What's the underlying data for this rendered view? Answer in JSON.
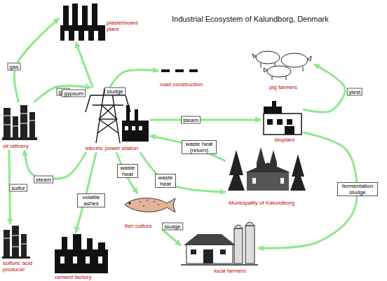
{
  "diagram": {
    "title": "Industrial Ecosystem of Kalundborg, Denmark",
    "nodes": [
      {
        "text": [
          "plasterboard plant"
        ]
      },
      {
        "text": [
          "road construction"
        ]
      },
      {
        "text": [
          "pig farmers"
        ]
      },
      {
        "text": [
          "oil refinery"
        ]
      },
      {
        "text": [
          "electric power station"
        ]
      },
      {
        "text": [
          "bioplant"
        ]
      },
      {
        "text": [
          "Municipality of Kalundborg"
        ]
      },
      {
        "text": [
          "sulfuric acid producer"
        ]
      },
      {
        "text": [
          "fish culture"
        ]
      },
      {
        "text": [
          "cement factory"
        ]
      },
      {
        "text": [
          "local farmers"
        ]
      }
    ],
    "edges": [
      {
        "from": 3,
        "to": 0,
        "label": "gas",
        "arrow": "to"
      },
      {
        "from": 3,
        "to": 4,
        "label": "gas",
        "arrow": "to"
      },
      {
        "from": 4,
        "to": 0,
        "label": "gypsum",
        "arrow": "to"
      },
      {
        "from": 4,
        "to": 1,
        "label": "sludge",
        "arrow": "to"
      },
      {
        "from": 4,
        "to": 5,
        "label": "steam",
        "arrow": "to"
      },
      {
        "from": 4,
        "to": 3,
        "label": "steam",
        "arrow": "to"
      },
      {
        "from": 3,
        "to": 7,
        "label": "sulfur",
        "arrow": "to"
      },
      {
        "from": 4,
        "to": 9,
        "label": "volatile ashes",
        "arrow": "to"
      },
      {
        "from": 4,
        "to": 8,
        "label": "waste heat",
        "arrow": "to"
      },
      {
        "from": 4,
        "to": 6,
        "label": "waste heat",
        "arrow": "to"
      },
      {
        "from": 6,
        "to": 4,
        "label": "waste heat (return)",
        "arrow": "to"
      },
      {
        "from": 5,
        "to": 2,
        "label": "yiest",
        "arrow": "to"
      },
      {
        "from": 5,
        "to": 10,
        "label": "fermentation sludge",
        "arrow": "to"
      },
      {
        "from": 8,
        "to": 10,
        "label": "sludge",
        "arrow": "to"
      }
    ]
  }
}
